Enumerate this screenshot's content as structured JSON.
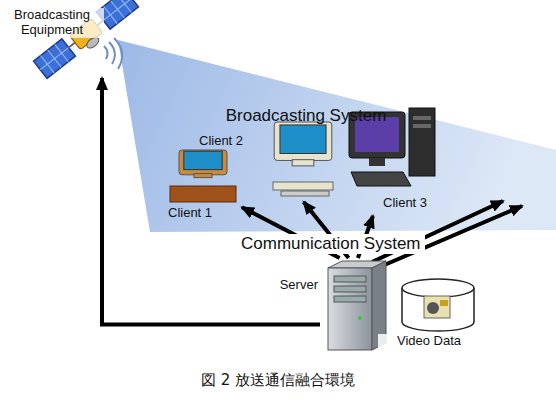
{
  "diagram": {
    "caption": "図 2 放送通信融合環境",
    "nodes": [
      {
        "text": [
          "Broadcasting Equipment"
        ]
      },
      {
        "text": [
          "Broadcasting System"
        ]
      },
      {
        "text": [
          "Client 1"
        ],
        "in": 1
      },
      {
        "text": [
          "Client 2"
        ],
        "in": 1
      },
      {
        "text": [
          "Client 3"
        ],
        "in": 1
      },
      {
        "text": [
          "Server"
        ]
      },
      {
        "text": [
          "Video Data"
        ]
      }
    ],
    "edges": [
      {
        "from": 5,
        "to": 0,
        "arrow": "to"
      },
      {
        "from": 5,
        "to": 2,
        "arrow": "to"
      },
      {
        "from": 5,
        "to": 3,
        "arrow": "to"
      },
      {
        "from": 5,
        "to": 4,
        "arrow": "to"
      }
    ],
    "labels": [
      "Communication System"
    ]
  }
}
